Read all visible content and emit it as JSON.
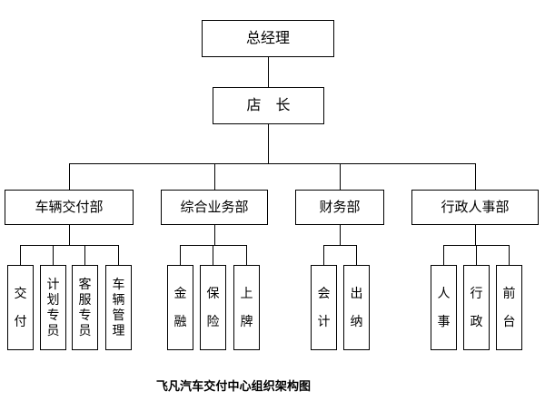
{
  "caption": "飞凡汽车交付中心组织架构图",
  "nodes": {
    "general_manager": "总经理",
    "store_manager": "店　长",
    "departments": [
      {
        "label": "车辆交付部",
        "units": [
          "交付",
          "计划专员",
          "客服专员",
          "车辆管理"
        ]
      },
      {
        "label": "综合业务部",
        "units": [
          "金融",
          "保险",
          "上牌"
        ]
      },
      {
        "label": "财务部",
        "units": [
          "会计",
          "出纳"
        ]
      },
      {
        "label": "行政人事部",
        "units": [
          "人事",
          "行政",
          "前台"
        ]
      }
    ]
  },
  "colors": {
    "line": "#000000",
    "background": "#ffffff",
    "text": "#000000"
  }
}
